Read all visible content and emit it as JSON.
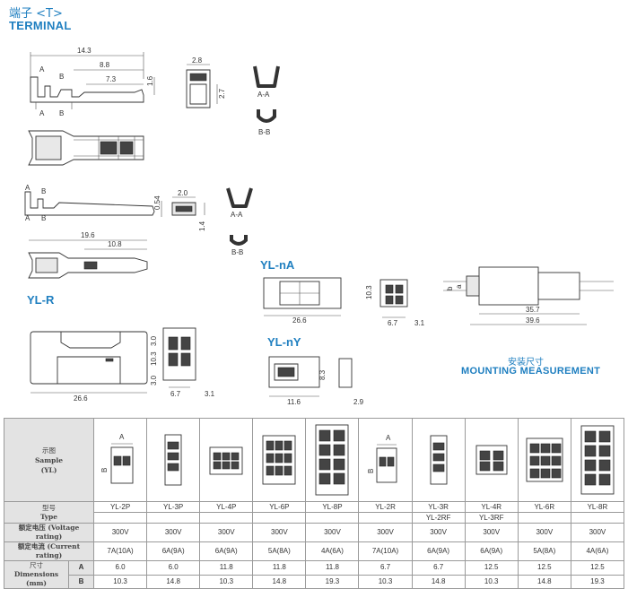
{
  "header": {
    "title_cn": "端子 <T>",
    "title_en": "TERMINAL"
  },
  "terminal_top": {
    "dims": [
      "14.3",
      "8.8",
      "7.3",
      "1.6",
      "2.8",
      "2.7"
    ],
    "marks": [
      "A",
      "B",
      "A",
      "B"
    ],
    "sections": [
      "A-A",
      "B-B"
    ]
  },
  "terminal_bottom": {
    "dims": [
      "0.54",
      "2.0",
      "1.4",
      "19.6",
      "10.8"
    ],
    "marks": [
      "A",
      "B",
      "A",
      "B"
    ],
    "sections": [
      "A-A",
      "B-B"
    ]
  },
  "yl_r": {
    "label": "YL-R",
    "dims": [
      "26.6",
      "3.0",
      "10.3",
      "3.0",
      "6.7",
      "3.1"
    ]
  },
  "yl_na": {
    "label": "YL-nA",
    "dims": [
      "26.6",
      "10.3",
      "6.7",
      "3.1"
    ]
  },
  "yl_ny": {
    "label": "YL-nY",
    "dims": [
      "8.3",
      "11.6",
      "2.9"
    ]
  },
  "mounting": {
    "dims": [
      "b",
      "a",
      "35.7",
      "39.6"
    ],
    "title_cn": "安装尺寸",
    "title_en": "MOUNTING MEASUREMENT"
  },
  "table": {
    "sample_label_cn": "示图",
    "sample_label_en": "Sample",
    "sample_label_en2": "(YL)",
    "sample_A": "A",
    "sample_B": "B",
    "type_label_cn": "型号",
    "type_label_en": "Type",
    "voltage_label": "额定电压 (Voltage rating)",
    "current_label": "额定电流 (Current rating)",
    "dim_label_cn": "尺寸",
    "dim_label_en": "Dimensions",
    "dim_label_unit": "(mm)",
    "row_A": "A",
    "row_B": "B",
    "columns": [
      {
        "type": "YL-2P",
        "type2": "",
        "voltage": "300V",
        "current": "7A(10A)",
        "a": "6.0",
        "b": "10.3"
      },
      {
        "type": "YL-3P",
        "type2": "",
        "voltage": "300V",
        "current": "6A(9A)",
        "a": "6.0",
        "b": "14.8"
      },
      {
        "type": "YL-4P",
        "type2": "",
        "voltage": "300V",
        "current": "6A(9A)",
        "a": "11.8",
        "b": "10.3"
      },
      {
        "type": "YL-6P",
        "type2": "",
        "voltage": "300V",
        "current": "5A(8A)",
        "a": "11.8",
        "b": "14.8"
      },
      {
        "type": "YL-8P",
        "type2": "",
        "voltage": "300V",
        "current": "4A(6A)",
        "a": "11.8",
        "b": "19.3"
      },
      {
        "type": "YL-2R",
        "type2": "",
        "voltage": "300V",
        "current": "7A(10A)",
        "a": "6.7",
        "b": "10.3"
      },
      {
        "type": "YL-3R",
        "type2": "YL-2RF",
        "voltage": "300V",
        "current": "6A(9A)",
        "a": "6.7",
        "b": "14.8"
      },
      {
        "type": "YL-4R",
        "type2": "YL-3RF",
        "voltage": "300V",
        "current": "6A(9A)",
        "a": "12.5",
        "b": "10.3"
      },
      {
        "type": "YL-6R",
        "type2": "",
        "voltage": "300V",
        "current": "5A(8A)",
        "a": "12.5",
        "b": "14.8"
      },
      {
        "type": "YL-8R",
        "type2": "",
        "voltage": "300V",
        "current": "4A(6A)",
        "a": "12.5",
        "b": "19.3"
      }
    ]
  }
}
